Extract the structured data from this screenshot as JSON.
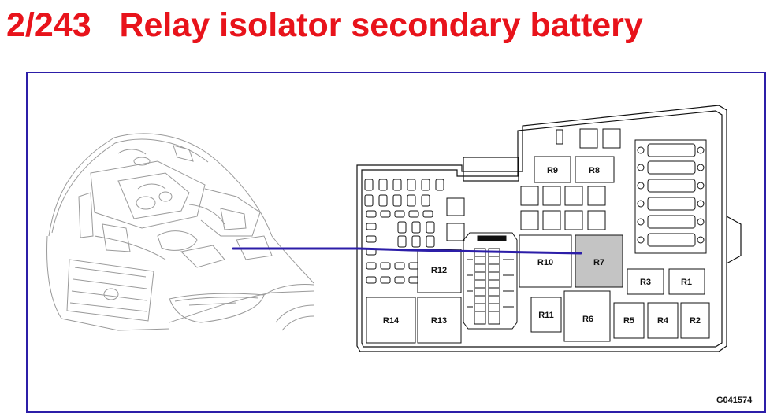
{
  "title": "2/243   Relay isolator secondary battery",
  "image_code": "G041574",
  "relays": {
    "r1": "R1",
    "r2": "R2",
    "r3": "R3",
    "r4": "R4",
    "r5": "R5",
    "r6": "R6",
    "r7": "R7",
    "r8": "R8",
    "r9": "R9",
    "r10": "R10",
    "r11": "R11",
    "r12": "R12",
    "r13": "R13",
    "r14": "R14"
  },
  "highlighted_relay": "R7",
  "colors": {
    "title": "#e8131b",
    "frame": "#2c1ea8",
    "pointer_line": "#2c1ea8",
    "highlight_fill": "#c4c4c4"
  }
}
